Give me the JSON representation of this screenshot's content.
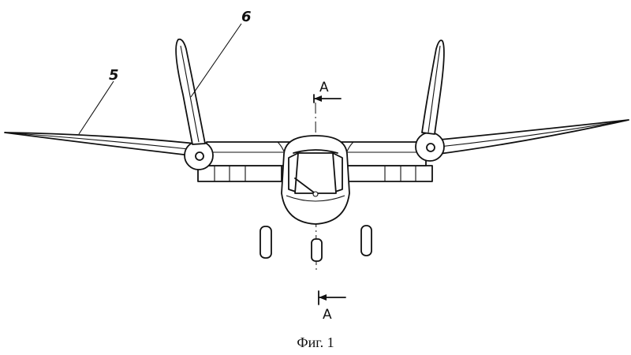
{
  "figure": {
    "caption": "Фиг. 1",
    "labels": {
      "wing": "5",
      "rotor_blade": "6",
      "section_top": "A",
      "section_bottom": "A"
    }
  }
}
